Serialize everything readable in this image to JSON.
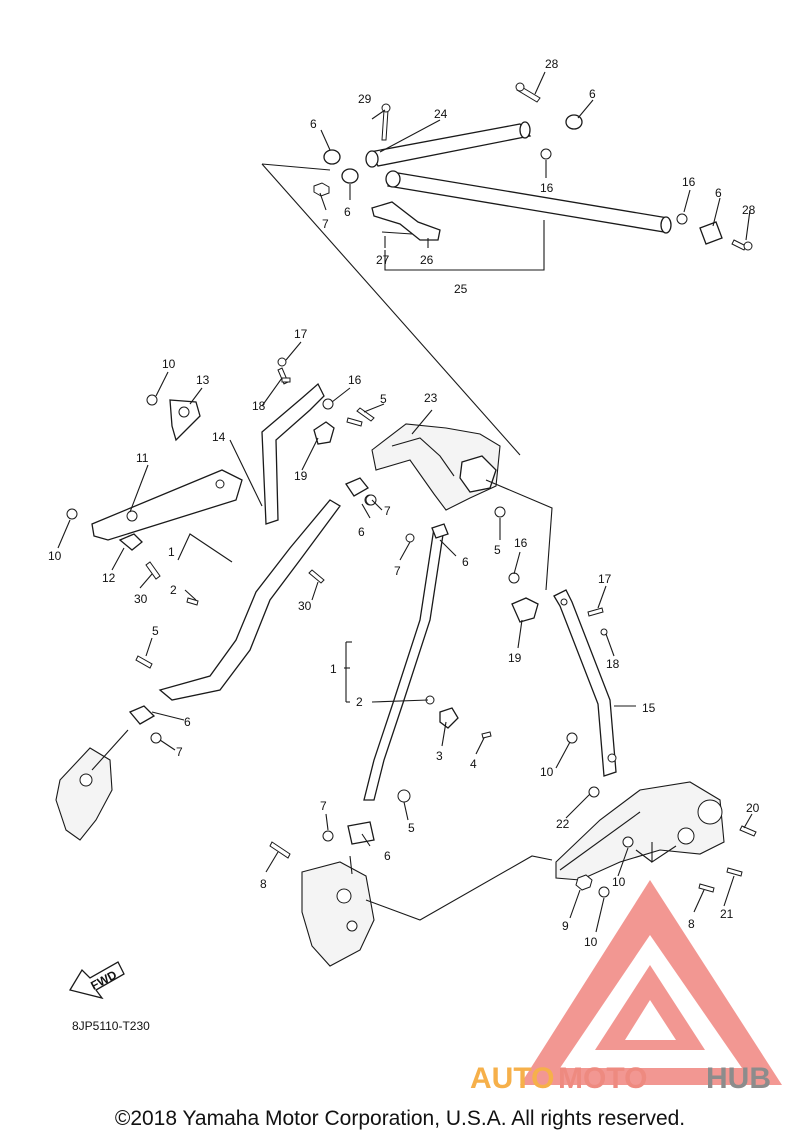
{
  "diagram": {
    "part_labels": [
      "1",
      "2",
      "3",
      "4",
      "5",
      "6",
      "7",
      "8",
      "9",
      "10",
      "11",
      "12",
      "13",
      "14",
      "15",
      "16",
      "17",
      "18",
      "19",
      "20",
      "21",
      "22",
      "23",
      "24",
      "25",
      "26",
      "27",
      "28",
      "29",
      "30"
    ],
    "fwd_label": "FWD",
    "drawing_code": "8JP5110-T230",
    "copyright": "©2018 Yamaha Motor Corporation, U.S.A. All rights reserved."
  },
  "watermark": {
    "part1": "AUTO",
    "part2": "MOTO",
    "part3": "HUB",
    "colors": {
      "auto": "#f6b04a",
      "moto": "#ee8a80",
      "hub": "#8c8c8c",
      "triangle": "#e9433a"
    }
  }
}
